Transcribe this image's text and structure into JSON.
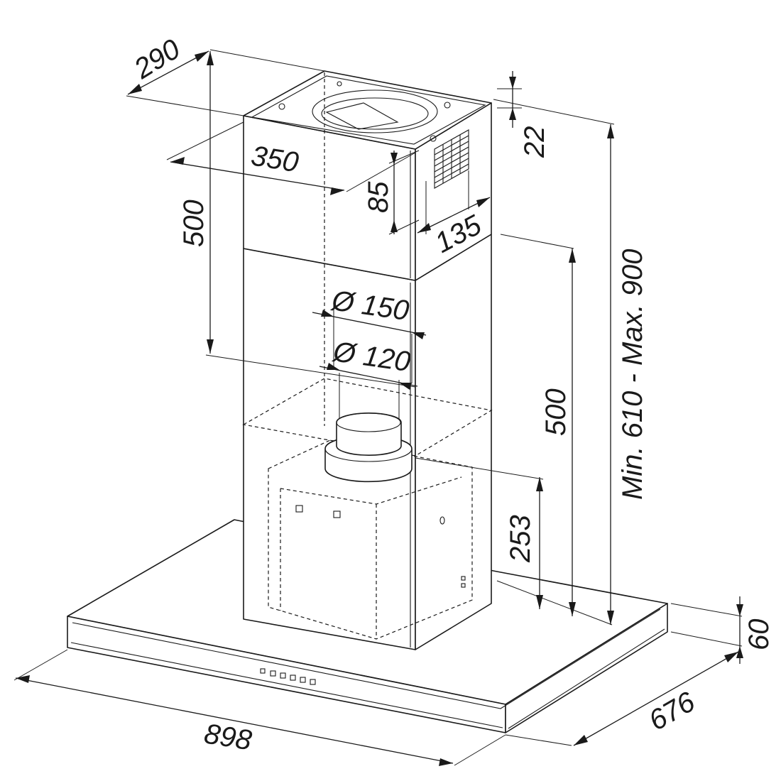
{
  "dimensions": {
    "depth_top": "290",
    "width_top": "350",
    "side_offset": "85",
    "top_clearance": "22",
    "vent_width": "135",
    "chimney_height": "500",
    "outlet_diameter_outer": "Ø 150",
    "outlet_diameter_inner": "Ø 120",
    "chimney_lower_height": "500",
    "total_height": "Min. 610 - Max. 900",
    "motor_height": "253",
    "canopy_thickness": "60",
    "canopy_depth": "676",
    "canopy_width": "898"
  },
  "colors": {
    "line": "#1a1a1a",
    "background": "#ffffff"
  }
}
